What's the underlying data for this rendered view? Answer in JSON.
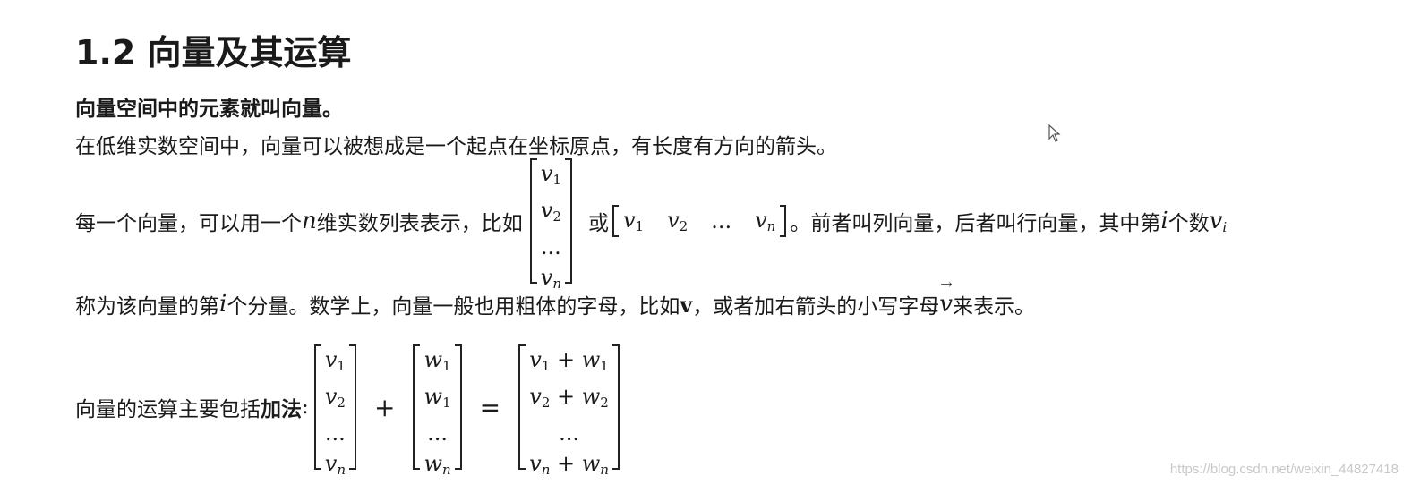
{
  "heading": "1.2 向量及其运算",
  "definition": "向量空间中的元素就叫向量。",
  "intuition": "在低维实数空间中，向量可以被想成是一个起点在坐标原点，有长度有方向的箭头。",
  "line3": {
    "prefix": "每一个向量，可以用一个",
    "n": "n",
    "mid": "维实数列表表示，比如",
    "column_vector": [
      "v1",
      "v2",
      "...",
      "vn"
    ],
    "or": "或",
    "row_vector": [
      "v1",
      "v2",
      "...",
      "vn"
    ],
    "suffix": "。前者叫列向量，后者叫行向量，其中第",
    "i": "i",
    "suffix2": "个数",
    "vi": "v"
  },
  "line4": {
    "prefix": "称为该向量的第",
    "i": "i",
    "mid": "个分量。数学上，向量一般也用粗体的字母，比如",
    "bold_v": "v",
    "mid2": "，或者加右箭头的小写字母",
    "arrow_v": "v",
    "suffix": "来表示。"
  },
  "addition": {
    "label": "向量的运算主要包括",
    "label_bold": "加法",
    "colon": ":",
    "plus": "+",
    "equals": "="
  },
  "watermark": "https://blog.csdn.net/weixin_44827418"
}
